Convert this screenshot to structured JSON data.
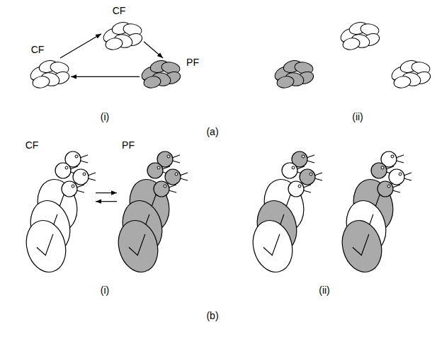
{
  "diagram": {
    "nodes": [
      {
        "text": [
          "CF"
        ]
      },
      {
        "text": [
          "CF"
        ]
      },
      {
        "text": [
          "PF"
        ]
      },
      {
        "text": [
          "CF"
        ]
      },
      {
        "text": [
          "PF"
        ]
      }
    ],
    "edges": [
      {
        "from": 1,
        "to": 0,
        "arrow": "to"
      },
      {
        "from": 0,
        "to": 2,
        "arrow": "to"
      },
      {
        "from": 2,
        "to": 1,
        "arrow": "to"
      },
      {
        "from": 3,
        "to": 4,
        "arrow": "to"
      },
      {
        "from": 4,
        "to": 3,
        "arrow": "to"
      }
    ],
    "labels": [
      "(i)",
      "(ii)",
      "(a)",
      "(i)",
      "(ii)",
      "(b)"
    ]
  }
}
